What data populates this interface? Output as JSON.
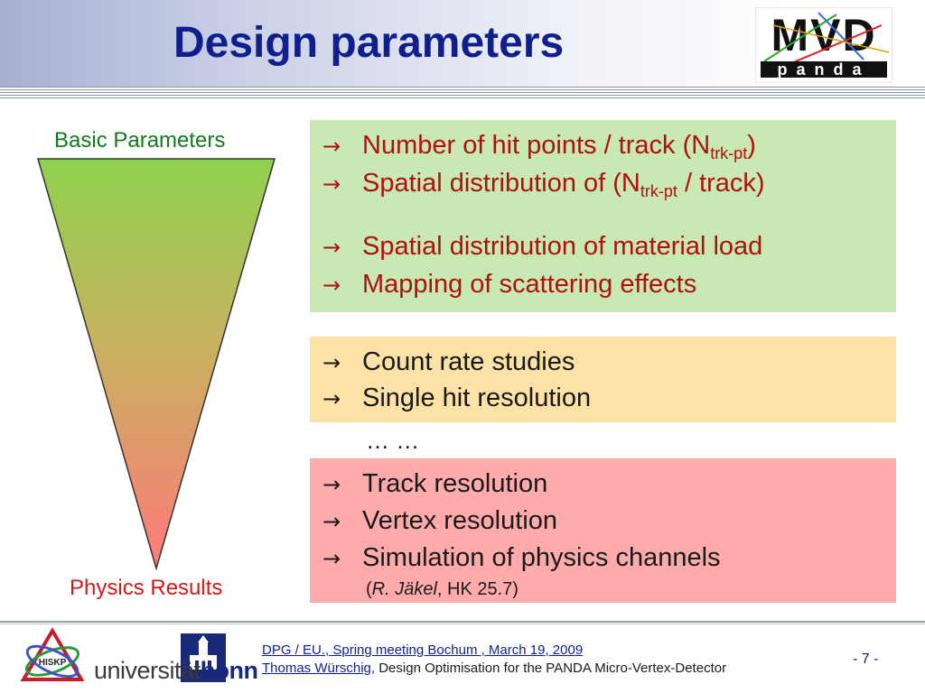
{
  "slide": {
    "title": "Design parameters"
  },
  "funnel": {
    "top_label": "Basic Parameters",
    "bottom_label": "Physics Results",
    "top_color": "#8fd14f",
    "bottom_color": "#ff7a7a"
  },
  "arrow_icon": "right-arrow-icon",
  "arrow_glyph": "→",
  "green_box": {
    "color": "#c8e8b4",
    "item1": {
      "text": "Number of hit points / track (N",
      "sub": "trk-pt",
      "after": ")"
    },
    "item2": {
      "text": "Spatial distribution of (N",
      "sub": "trk-pt",
      "after": " / track)"
    },
    "item3": "Spatial distribution of material load",
    "item4": "Mapping of scattering effects"
  },
  "orange_box": {
    "color": "#fde2a7",
    "item1": "Count rate studies",
    "item2": "Single hit resolution"
  },
  "ellipsis": "… …",
  "red_box": {
    "color": "#ffabab",
    "item1": "Track resolution",
    "item2": "Vertex resolution",
    "item3": "Simulation of physics channels",
    "citation_open": "(",
    "citation_author": "R. Jäkel",
    "citation_rest": ", HK 25.7)"
  },
  "logos": {
    "mvd_top": "MVD",
    "mvd_bottom": "panda",
    "hiskp": "HISKP",
    "uni_prefix": "universität",
    "uni_name": "bonn"
  },
  "footer": {
    "line1": "DPG / EU., Spring meeting Bochum , March 19, 2009",
    "author": "Thomas Würschig,",
    "line2_rest": " Design Optimisation for the PANDA Micro-Vertex-Detector",
    "page": "- 7 -"
  }
}
